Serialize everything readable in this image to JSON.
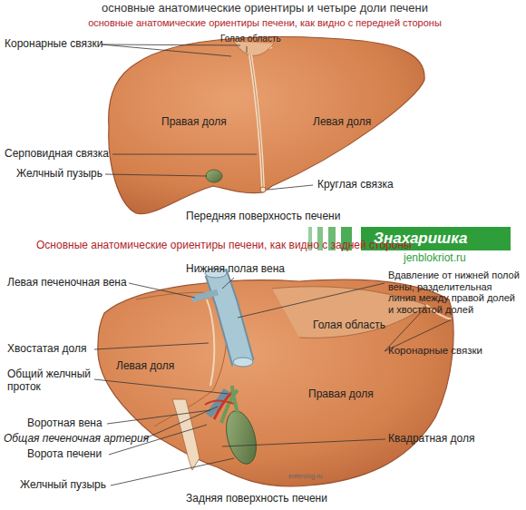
{
  "diagram": {
    "title": "основные анатомические ориентиры и четыре доли печени",
    "labels": [
      "основные анатомические ориентиры печени, как видно с передней стороны",
      "Коронарные связки",
      "Голая область",
      "Правая доля",
      "Левая доля",
      "Серповидная связка",
      "Желчный пузырь",
      "Круглая связка",
      "Передняя поверхность печени",
      "Основные анатомические ориентиры печени, как видно с задней стороны",
      "Знахаришка",
      "jenblokriot.ru",
      "Нижняя полая вена",
      "Левая печеночная вена",
      "Вдавление от нижней полой вены, разделительная линия между правой долей и хвостатой долей",
      "Голая область",
      "Хвостатая доля",
      "Левая доля",
      "Коронарные связки",
      "Общий желчный проток",
      "Правая доля",
      "Воротная вена",
      "Общая печеночная артерия",
      "Ворота печени",
      "Квадратная доля",
      "Желчный пузырь",
      "enterolog.ru",
      "Задняя поверхность печени"
    ]
  }
}
